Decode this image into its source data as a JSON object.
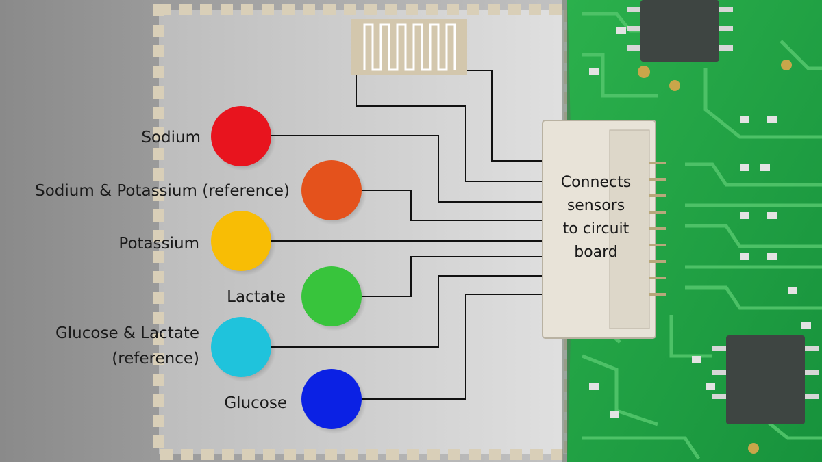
{
  "sensors": [
    {
      "key": "sodium",
      "label": "Sodium",
      "color": "#e8141e"
    },
    {
      "key": "sodium-potassium-ref",
      "label": "Sodium & Potassium (reference)",
      "color": "#e4521c"
    },
    {
      "key": "potassium",
      "label": "Potassium",
      "color": "#f8bd05"
    },
    {
      "key": "lactate",
      "label": "Lactate",
      "color": "#38c43c"
    },
    {
      "key": "glucose-lactate-ref",
      "label_line1": "Glucose & Lactate",
      "label_line2": "(reference)",
      "color": "#1fc3dc"
    },
    {
      "key": "glucose",
      "label": "Glucose",
      "color": "#0b21e4"
    }
  ],
  "connector": {
    "text": "Connects\nsensors\nto circuit\nboard"
  },
  "colors": {
    "background": "#a7a7a7",
    "panel": "#c9c9c9",
    "dash": "#d4cbb5",
    "board": "#1fa046",
    "trace": "#50c469",
    "wire": "#111111",
    "connector_body": "#e6e1d6"
  }
}
